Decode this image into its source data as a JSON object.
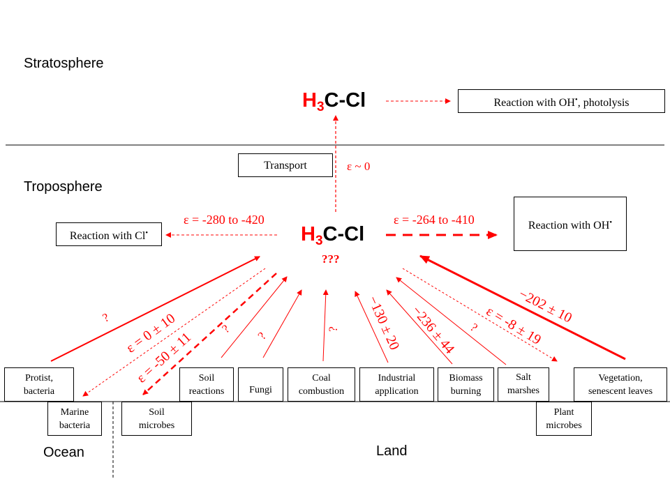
{
  "regions": {
    "stratosphere": "Stratosphere",
    "troposphere": "Troposphere",
    "ocean": "Ocean",
    "land": "Land"
  },
  "molecule": {
    "h_part": "H",
    "subscript": "3",
    "rest": "C-Cl",
    "unknown_marker": "???"
  },
  "sinks": {
    "strat_oh": {
      "text": "Reaction with OH",
      "radical": "•",
      "suffix": ", photolysis"
    },
    "transport": "Transport",
    "transport_epsilon": "ε ~ 0",
    "cl_reaction": {
      "text": "Reaction with Cl",
      "radical": "•",
      "epsilon": "ε = -280 to -420"
    },
    "oh_reaction": {
      "text": "Reaction with OH",
      "radical": "•",
      "epsilon": "ε = -264 to -410"
    }
  },
  "sources": [
    {
      "id": "protist",
      "line1": "Protist,",
      "line2": "bacteria",
      "label": "?"
    },
    {
      "id": "marine",
      "line1": "Marine",
      "line2": "bacteria",
      "label": "ε = 0 ± 10"
    },
    {
      "id": "soil-microbes",
      "line1": "Soil",
      "line2": "microbes",
      "label": "ε = -50 ± 11"
    },
    {
      "id": "soil-reactions",
      "line1": "Soil",
      "line2": "reactions",
      "label": "?"
    },
    {
      "id": "fungi",
      "line1": "Fungi",
      "line2": "",
      "label": "?"
    },
    {
      "id": "coal",
      "line1": "Coal",
      "line2": "combustion",
      "label": "?"
    },
    {
      "id": "industrial",
      "line1": "Industrial",
      "line2": "application",
      "label": "−130 ± 20"
    },
    {
      "id": "biomass",
      "line1": "Biomass",
      "line2": "burning",
      "label": "−236 ± 44"
    },
    {
      "id": "salt",
      "line1": "Salt",
      "line2": "marshes",
      "label": "?"
    },
    {
      "id": "plant-microbes",
      "line1": "Plant",
      "line2": "microbes",
      "label": "ε = -8 ± 19"
    },
    {
      "id": "vegetation",
      "line1": "Vegetation,",
      "line2": "senescent  leaves",
      "label": "−202 ± 10"
    }
  ],
  "colors": {
    "accent": "#ff0000",
    "line": "#000000"
  }
}
